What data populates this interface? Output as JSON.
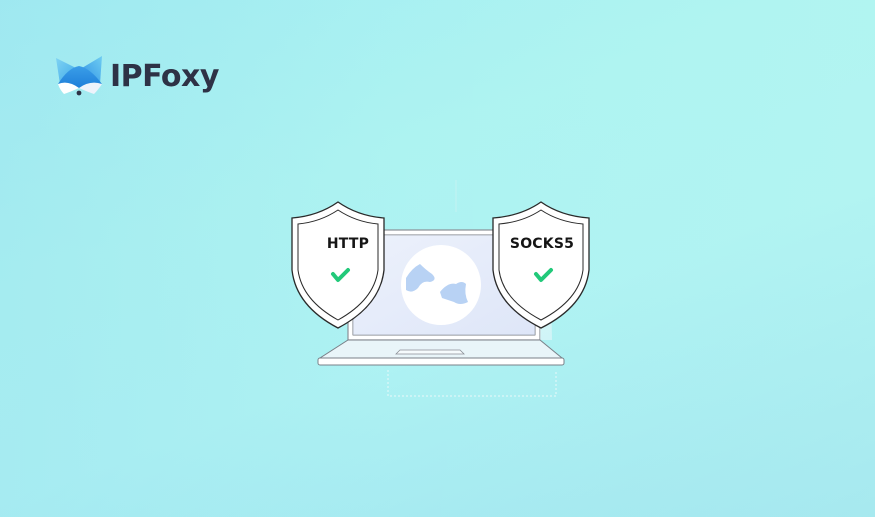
{
  "brand": {
    "name": "IPFoxy",
    "text_color": "#2e3246",
    "icon": "fox-logo-icon",
    "icon_colors": [
      "#5fc6ee",
      "#2f8fe3",
      "#ffffff",
      "#2e3246"
    ]
  },
  "illustration": {
    "description": "laptop with globe on screen flanked by two protocol shields",
    "shields": [
      {
        "label": "HTTP",
        "status_icon": "check-icon",
        "status_color": "#22c97a"
      },
      {
        "label": "SOCKS5",
        "status_icon": "check-icon",
        "status_color": "#22c97a"
      }
    ],
    "screen_icon": "globe-icon",
    "colors": {
      "background_start": "#a4eef2",
      "background_end": "#9fe3ef",
      "screen": "#e6ecfa",
      "globe": "#ffffff",
      "continents": "#b8d2f4",
      "outline": "#2a2a2a"
    }
  }
}
